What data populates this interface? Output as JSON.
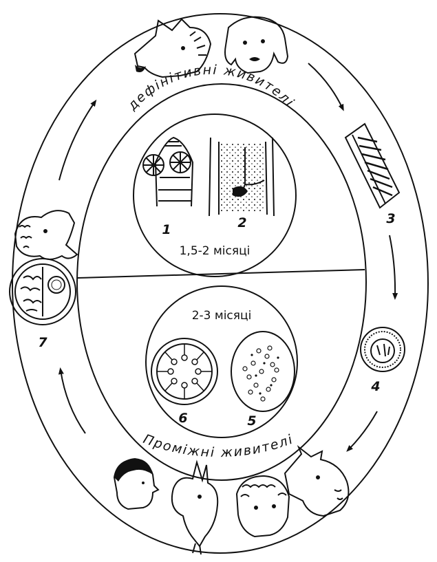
{
  "figure": {
    "definitive_hosts": "дефінітивні живителі",
    "intermediate_hosts": "Проміжні живителі",
    "period_definitive": "1,5-2 місяці",
    "period_intermediate": "2-3 місяці",
    "stage_numbers": [
      "1",
      "2",
      "3",
      "4",
      "5",
      "6",
      "7"
    ],
    "illustrations": {
      "definitive": [
        "wolf-head",
        "dog-head"
      ],
      "intermediate": [
        "human-head",
        "goat-head",
        "sheep-head",
        "cow-head"
      ],
      "stage7_host": "sheep-head"
    }
  }
}
